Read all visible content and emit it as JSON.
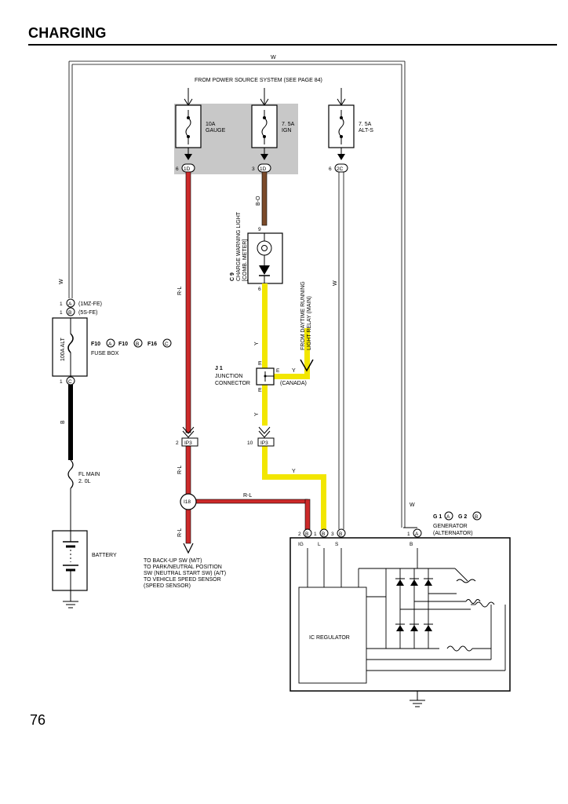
{
  "page": {
    "title": "CHARGING",
    "page_number": "76"
  },
  "header": {
    "power_source": "FROM POWER SOURCE SYSTEM (SEE PAGE 84)"
  },
  "fuses": {
    "gauge": {
      "rating": "10A",
      "name": "GAUGE",
      "pin": "6",
      "connector": "1D"
    },
    "ign": {
      "rating": "7. 5A",
      "name": "IGN",
      "pin": "3",
      "connector": "1D"
    },
    "alts": {
      "rating": "7. 5A",
      "name": "ALT-S",
      "pin": "6",
      "connector": "2C"
    }
  },
  "wires": {
    "w": "W",
    "rl": "R-L",
    "bo": "B-O",
    "y": "Y",
    "b": "B",
    "e": "E"
  },
  "comb_meter": {
    "code": "C 9",
    "line1": "CHARGE WARNING LIGHT",
    "line2": "[COMB. METER]",
    "pin_in": "9",
    "pin_out": "6"
  },
  "drl": {
    "line1": "FROM DAYTIME RUNNING",
    "line2": "LIGHT RELAY (MAIN)"
  },
  "junction": {
    "code": "J 1",
    "line1": "JUNCTION",
    "line2": "CONNECTOR",
    "region": "(CANADA)",
    "pin_e": "E"
  },
  "ip3": {
    "left_pin": "2",
    "right_pin": "10",
    "label": "IP3"
  },
  "i18": {
    "label": "I18"
  },
  "backup": {
    "line1": "TO BACK-UP SW (M/T)",
    "line2": "TO PARK/NEUTRAL POSITION",
    "line3": "SW (NEUTRAL START SW) (A/T)",
    "line4": "TO VEHICLE SPEED SENSOR",
    "line5": "(SPEED SENSOR)"
  },
  "fuse_box": {
    "pin_a": "1",
    "conn_a": "A",
    "variant_a": "(1MZ-FE)",
    "pin_b": "1",
    "conn_b": "B",
    "variant_b": "(5S-FE)",
    "pin_c": "1",
    "conn_c": "C",
    "alt_fuse": "100A ALT",
    "f10a": "F10",
    "f10b": "F10",
    "f16": "F16",
    "ca": "A",
    "cb": "B",
    "cc": "C",
    "name": "FUSE BOX"
  },
  "fl_main": {
    "line1": "FL MAIN",
    "line2": "2. 0L"
  },
  "battery": {
    "label": "BATTERY"
  },
  "generator": {
    "g1": "G 1",
    "ca": "A",
    "g2": "G 2",
    "cb": "B",
    "line1": "GENERATOR",
    "line2": "(ALTERNATOR)",
    "term_ig": "IG",
    "term_l": "L",
    "term_s": "S",
    "term_b": "B",
    "pin_ig": "2",
    "pin_l": "1",
    "pin_s": "3",
    "pin_b": "1",
    "conn_ig": "B",
    "conn_l": "B",
    "conn_s": "B",
    "conn_b": "A",
    "regulator": "IC REGULATOR"
  },
  "colors": {
    "red_wire": "#cc2a2a",
    "yellow_wire": "#f2e600",
    "brown_wire": "#7a4a2a",
    "fuse_shade": "#c8c8c8"
  }
}
